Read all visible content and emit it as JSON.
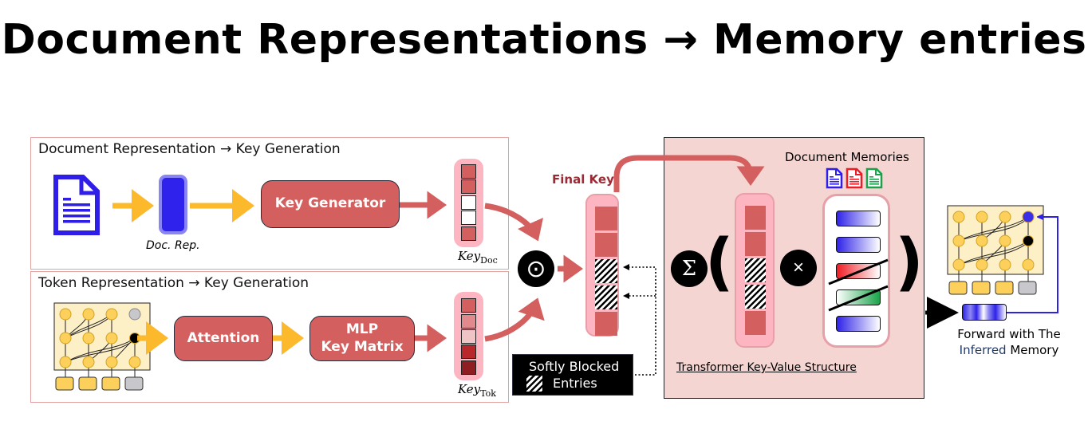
{
  "title": "Document Representations → Memory entries",
  "doc_panel": {
    "title": "Document Representation → Key Generation",
    "doc_rep_label": "Doc. Rep.",
    "key_generator_label": "Key Generator",
    "key_label": "Key",
    "key_subscript": "Doc",
    "key_cells": [
      "#d35f5f",
      "#d35f5f",
      "#ffffff",
      "#ffffff",
      "#d35f5f"
    ]
  },
  "tok_panel": {
    "title": "Token Representation → Key Generation",
    "attention_label": "Attention",
    "mlp_label_line1": "MLP",
    "mlp_label_line2": "Key Matrix",
    "key_label": "Key",
    "key_subscript": "Tok",
    "key_cells": [
      "#d35f5f",
      "#e08a8e",
      "#f0c4c4",
      "#b7272c",
      "#8e1e22"
    ]
  },
  "combine": {
    "operator_symbol": "⊙",
    "final_key_label": "Final Key",
    "final_key_cells": [
      "solid",
      "solid",
      "hatched",
      "hatched",
      "solid"
    ]
  },
  "legend": {
    "line1": "Softly Blocked",
    "line2": "Entries"
  },
  "kv_panel": {
    "memories_label": "Document Memories",
    "memory_doc_colors": [
      "#2e1ee8",
      "#ee1c24",
      "#1aa34a"
    ],
    "sum_symbol": "Σ",
    "times_symbol": "×",
    "open_paren": "(",
    "close_paren": ")",
    "structure_label": "Transformer Key-Value Structure",
    "memory_rows": [
      {
        "color": "#2e22e8",
        "blocked": false
      },
      {
        "color": "#2e22e8",
        "blocked": false
      },
      {
        "color": "#ee1c24",
        "blocked": true
      },
      {
        "color": "#1aa34a",
        "blocked": true
      },
      {
        "color": "#2e22e8",
        "blocked": false
      }
    ]
  },
  "forward": {
    "line1": "Forward with The",
    "line2_highlight": "Inferred",
    "line2_rest": " Memory"
  },
  "colors": {
    "accent_red": "#d35f5f",
    "panel_border": "#e3a3a3",
    "key_pink": "#fdb5c2",
    "kv_background": "#f5d5d2",
    "arrow_yellow": "#fbb92b",
    "doc_blue": "#2e1ee8",
    "final_key_title": "#9b2a35",
    "inferred_text": "#1f3a6b"
  }
}
